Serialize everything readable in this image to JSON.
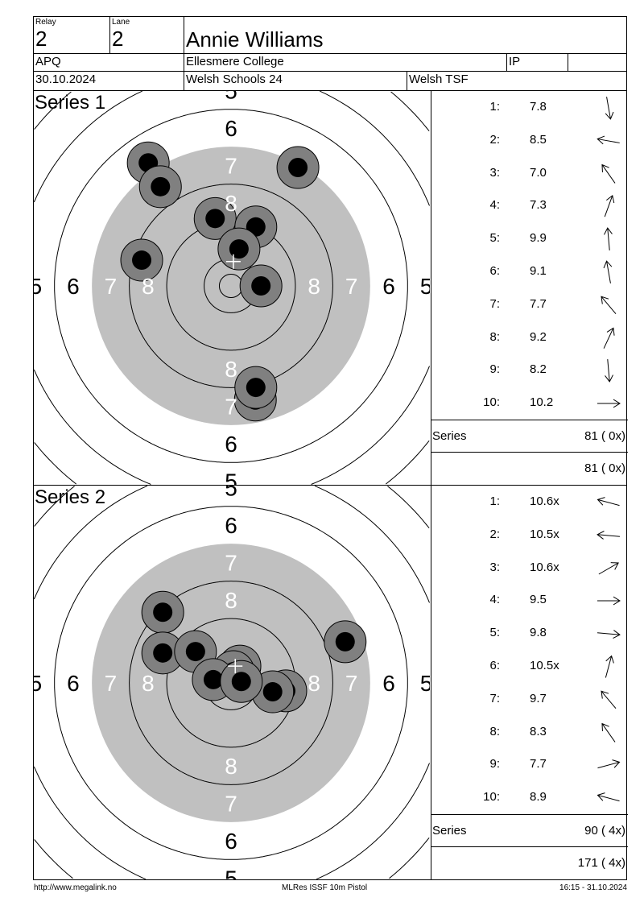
{
  "header": {
    "relay_label": "Relay",
    "relay": "2",
    "lane_label": "Lane",
    "lane": "2",
    "name": "Annie Williams",
    "class": "APQ",
    "club": "Ellesmere College",
    "ip_label": "IP",
    "ip_value": "",
    "date": "30.10.2024",
    "competition": "Welsh Schools 24",
    "organizer": "Welsh TSF"
  },
  "target_labels": {
    "ring8": "8",
    "ring7": "7",
    "ring6": "6",
    "ring5": "5"
  },
  "series": [
    {
      "title": "Series 1",
      "total_label": "Series",
      "series_total": "81 ( 0x)",
      "cumulative_total": "81 ( 0x)",
      "mean_point_mm": [
        0.5,
        5.2
      ],
      "shots": [
        {
          "n": "1:",
          "value": "7.8",
          "dir": -80
        },
        {
          "n": "2:",
          "value": "8.5",
          "dir": 170
        },
        {
          "n": "3:",
          "value": "7.0",
          "dir": 125
        },
        {
          "n": "4:",
          "value": "7.3",
          "dir": 70
        },
        {
          "n": "5:",
          "value": "9.9",
          "dir": 95
        },
        {
          "n": "6:",
          "value": "9.1",
          "dir": 100
        },
        {
          "n": "7:",
          "value": "7.7",
          "dir": 130
        },
        {
          "n": "8:",
          "value": "9.2",
          "dir": 65
        },
        {
          "n": "9:",
          "value": "8.2",
          "dir": -85
        },
        {
          "n": "10:",
          "value": "10.2",
          "dir": 0
        }
      ],
      "hits_mm": [
        [
          -17.7,
          26.3
        ],
        [
          -15.1,
          21.2
        ],
        [
          14.3,
          25.3
        ],
        [
          -3.4,
          14.4
        ],
        [
          5.3,
          12.6
        ],
        [
          1.7,
          7.9
        ],
        [
          -19.1,
          5.5
        ],
        [
          6.4,
          0
        ],
        [
          5.2,
          -24.4
        ],
        [
          5.3,
          -21.7
        ]
      ]
    },
    {
      "title": "Series 2",
      "total_label": "Series",
      "series_total": "90 ( 4x)",
      "cumulative_total": "171 ( 4x)",
      "mean_point_mm": [
        0.9,
        3.6
      ],
      "shots": [
        {
          "n": "1:",
          "value": "10.6x",
          "dir": 165
        },
        {
          "n": "2:",
          "value": "10.5x",
          "dir": 175
        },
        {
          "n": "3:",
          "value": "10.6x",
          "dir": 30
        },
        {
          "n": "4:",
          "value": "9.5",
          "dir": 0
        },
        {
          "n": "5:",
          "value": "9.8",
          "dir": -5
        },
        {
          "n": "6:",
          "value": "10.5x",
          "dir": 75
        },
        {
          "n": "7:",
          "value": "9.7",
          "dir": 130
        },
        {
          "n": "8:",
          "value": "8.3",
          "dir": 125
        },
        {
          "n": "9:",
          "value": "7.7",
          "dir": 15
        },
        {
          "n": "10:",
          "value": "8.9",
          "dir": 165
        }
      ],
      "hits_mm": [
        [
          -14.6,
          15.1
        ],
        [
          -14.6,
          6.4
        ],
        [
          -7.6,
          6.7
        ],
        [
          24.4,
          8.8
        ],
        [
          11.7,
          -1.7
        ],
        [
          8.9,
          -1.9
        ],
        [
          1.9,
          3.6
        ],
        [
          0.5,
          2.4
        ],
        [
          -3.8,
          0.7
        ],
        [
          2.2,
          0.3
        ]
      ]
    }
  ],
  "footer": {
    "url": "http://www.megalink.no",
    "program": "MLRes ISSF 10m Pistol",
    "printed": "16:15 - 31.10.2024"
  }
}
